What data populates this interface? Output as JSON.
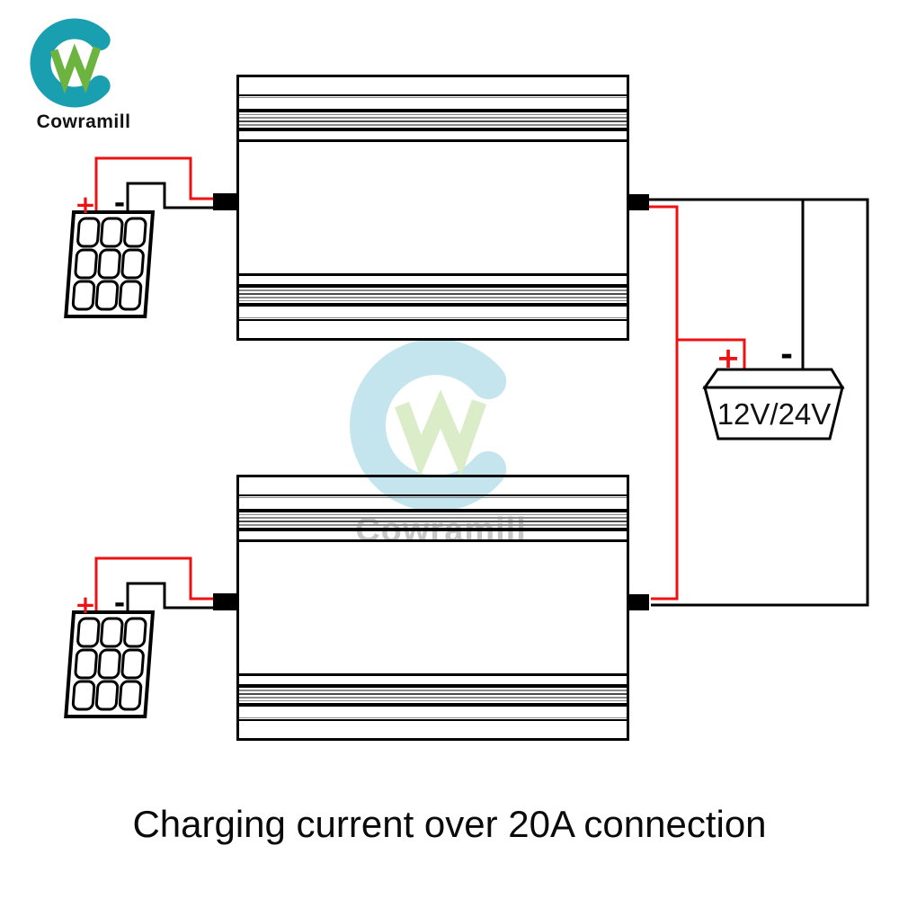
{
  "brand": {
    "name": "Cowramill",
    "c_color": "#1a9fb0",
    "w_color": "#6cb33f"
  },
  "watermark": {
    "text": "Cowramill",
    "c_color": "#c4e5ee",
    "w_color": "#daecc8",
    "text_color": "#c6c6c6"
  },
  "battery": {
    "label": "12V/24V",
    "positive_label": "+",
    "negative_label": "-"
  },
  "pv_array_1": {
    "positive_label": "+",
    "negative_label": "-"
  },
  "pv_array_2": {
    "positive_label": "+",
    "negative_label": "-"
  },
  "caption": {
    "text": "Charging current over 20A connection"
  },
  "colors": {
    "wire_positive": "#ee1111",
    "wire_negative": "#000000"
  }
}
